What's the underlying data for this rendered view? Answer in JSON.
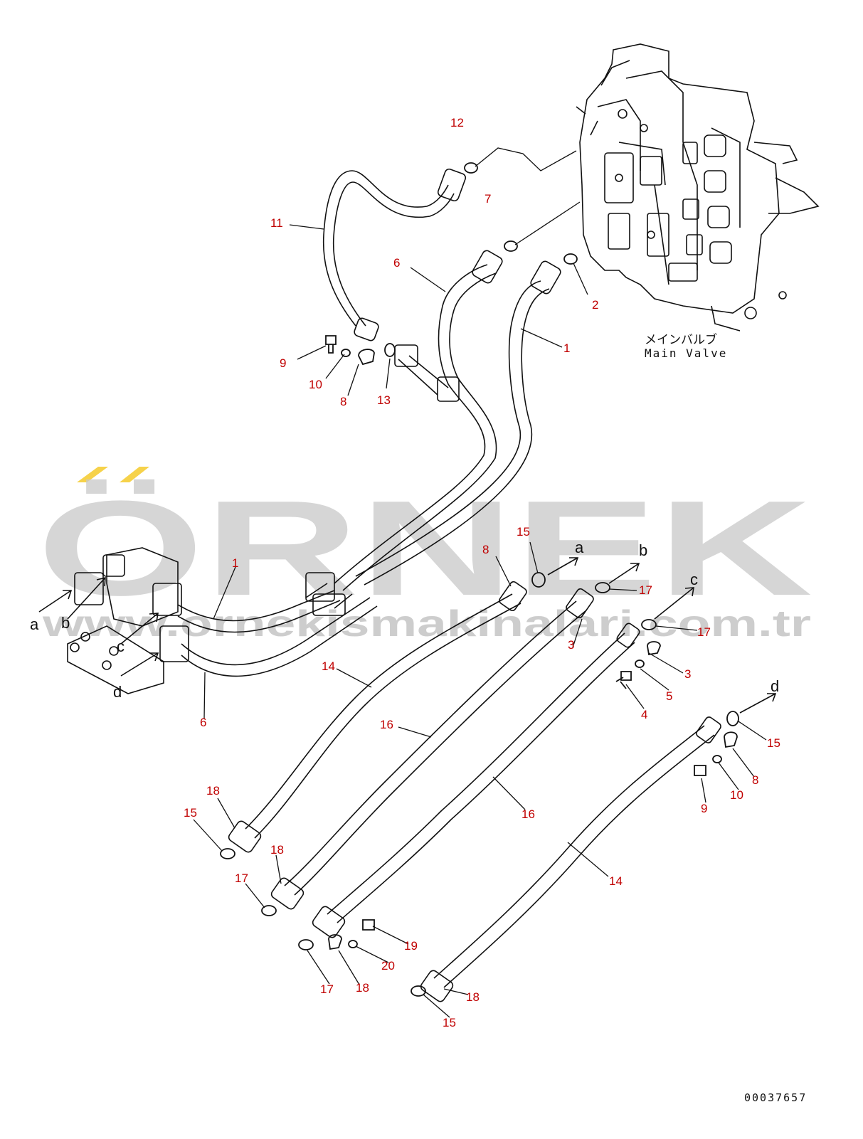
{
  "colors": {
    "callout": "#c00000",
    "line": "#111111",
    "watermark": "#b8b8b8",
    "accent": "#f2c200"
  },
  "watermark": {
    "title": "ÖRNEK",
    "url": "www.ornekismakinalari.com.tr"
  },
  "main_valve": {
    "label_jp": "メインバルブ",
    "label_en": "Main Valve"
  },
  "drawing_number": "00037657",
  "callouts": {
    "c12": "12",
    "c7": "7",
    "c11": "11",
    "c6a": "6",
    "c2": "2",
    "c1a": "1",
    "c9a": "9",
    "c10a": "10",
    "c8a": "8",
    "c13": "13",
    "c1b": "1",
    "c8b": "8",
    "c15a": "15",
    "c17a": "17",
    "c17b": "17",
    "c3a": "3",
    "c3b": "3",
    "c5": "5",
    "c4": "4",
    "c6b": "6",
    "c14a": "14",
    "c16a": "16",
    "c16b": "16",
    "c15b": "15",
    "c8c": "8",
    "c10b": "10",
    "c9b": "9",
    "c14b": "14",
    "c18a": "18",
    "c15c": "15",
    "c18b": "18",
    "c17c": "17",
    "c19": "19",
    "c20": "20",
    "c17d": "17",
    "c18c": "18",
    "c18d": "18",
    "c15d": "15"
  },
  "connection_labels": {
    "a_left": "a",
    "b_left": "b",
    "c_left": "c",
    "d_left": "d",
    "a_right": "a",
    "b_right": "b",
    "c_right": "c",
    "d_right": "d"
  }
}
